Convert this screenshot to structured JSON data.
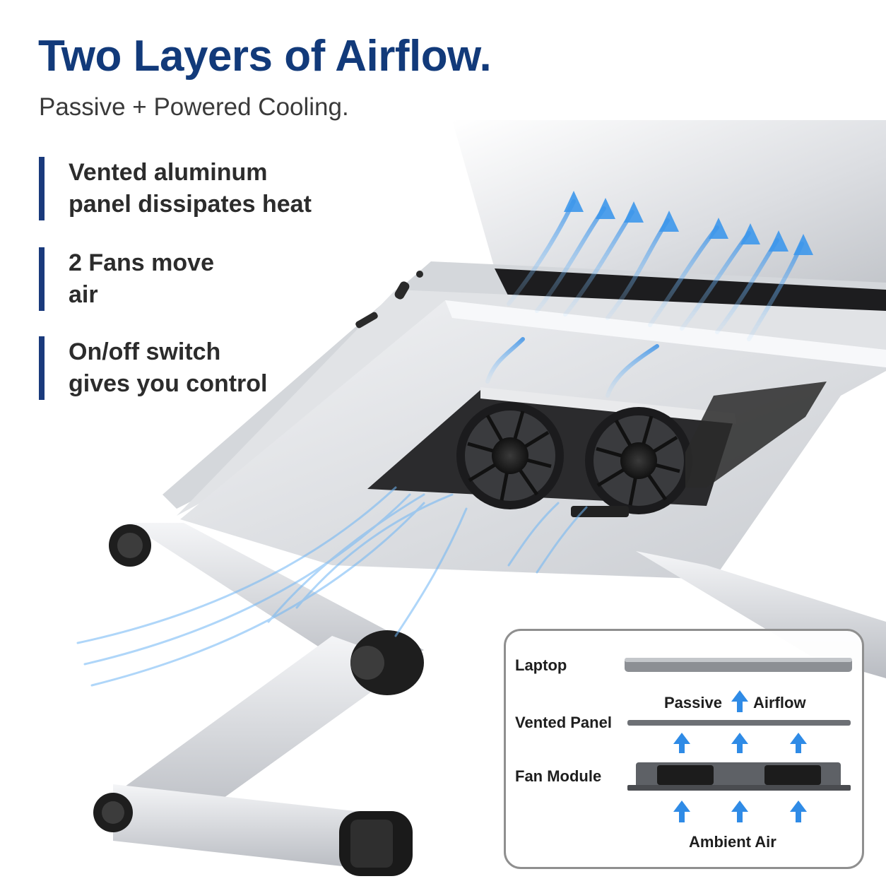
{
  "headline": {
    "title": "Two Layers of Airflow.",
    "subtitle": "Passive + Powered Cooling."
  },
  "features": [
    {
      "line1": "Vented aluminum",
      "line2": "panel dissipates heat"
    },
    {
      "line1": "2 Fans move",
      "line2": "air"
    },
    {
      "line1": "On/off switch",
      "line2": "gives you control"
    }
  ],
  "diagram": {
    "laptop_label": "Laptop",
    "passive_label": "Passive",
    "airflow_label": "Airflow",
    "vented_panel_label": "Vented Panel",
    "fan_module_label": "Fan Module",
    "ambient_air_label": "Ambient Air"
  },
  "colors": {
    "title": "#123a7a",
    "accent_bar": "#1a3a7c",
    "arrow_blue": "#2f8be6"
  }
}
